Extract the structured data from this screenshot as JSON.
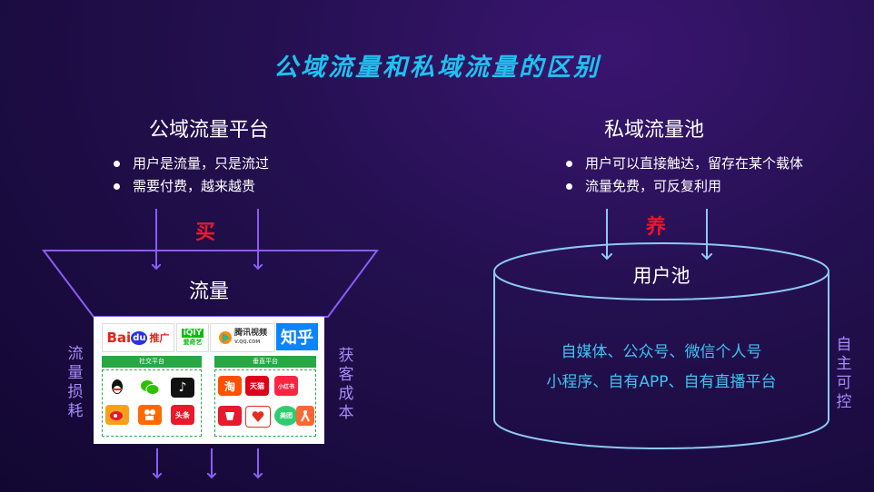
{
  "title": "公域流量和私域流量的区别",
  "left": {
    "heading": "公域流量平台",
    "bullets": [
      "用户是流量，只是流过",
      "需要付费，越来越贵"
    ],
    "action": "买",
    "funnel_label": "流量",
    "side_left": "流量损耗",
    "side_right": "获客成本",
    "logos": {
      "baidu": "Bai",
      "baidu_du": "du",
      "baidu_tg": "推广",
      "iqiyi": "iQIY",
      "iqiyi_sub": "爱奇艺",
      "tencent": "腾讯视频",
      "tencent_sub": "V.QQ.COM",
      "zhihu": "知乎",
      "social_label": "社交平台",
      "vertical_label": "垂直平台",
      "social_apps": [
        "qq-icon",
        "wechat-icon",
        "douyin-icon",
        "weibo-icon",
        "kuaishou-icon",
        "toutiao-icon"
      ],
      "vertical_apps": [
        "taobao-icon",
        "tmall-icon",
        "xiaohongshu-icon",
        "meituan-waimai-icon",
        "pinduoduo-icon",
        "meituan-icon",
        "dianping-icon"
      ],
      "toutiao_text": "头条",
      "taobao_text": "淘",
      "tmall_text": "天猫",
      "xhs_text": "小红书",
      "meituan_text": "美团"
    }
  },
  "right": {
    "heading": "私域流量池",
    "bullets": [
      "用户可以直接触达，留存在某个载体",
      "流量免费，可反复利用"
    ],
    "action": "养",
    "pool_label": "用户池",
    "pool_line1": "自媒体、公众号、微信个人号",
    "pool_line2": "小程序、自有APP、自有直播平台",
    "side_right": "自主可控"
  },
  "colors": {
    "title": "#1ec2f0",
    "arrow": "#8b5cf6",
    "accent_red": "#e8192c",
    "pool_text": "#3ec3f0",
    "side_text": "#a78bfa"
  }
}
